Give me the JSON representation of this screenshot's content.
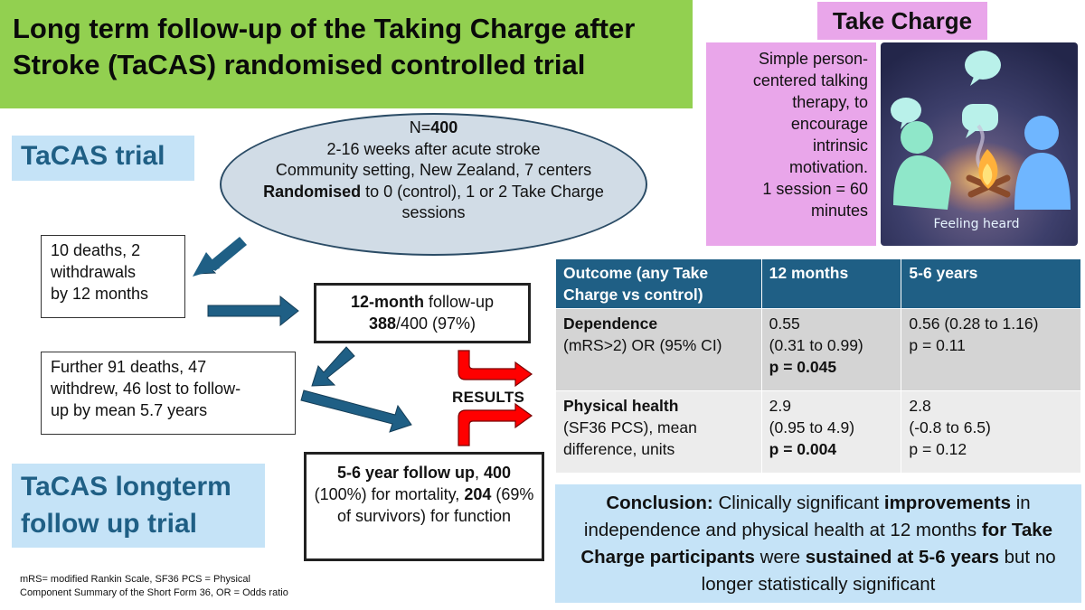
{
  "title": {
    "line1": "Long term follow-up of the Taking Charge after",
    "line2": "Stroke (TaCAS) randomised controlled trial"
  },
  "take_charge": {
    "header": "Take Charge",
    "description_lines": [
      "Simple person-",
      "centered talking",
      "therapy, to",
      "encourage",
      "intrinsic",
      "motivation.",
      "1 session = 60",
      "minutes"
    ],
    "image_caption": "Feeling heard"
  },
  "labels": {
    "tacas_trial": "TaCAS trial",
    "longterm_line1": "TaCAS longterm",
    "longterm_line2": "follow up trial",
    "results": "RESULTS"
  },
  "ellipse": {
    "n_prefix": "N=",
    "n_value": "400",
    "line2": "2-16 weeks after acute stroke",
    "line3": "Community setting, New Zealand, 7 centers",
    "randomised_bold": "Randomised",
    "line4_rest": " to 0 (control), 1 or 2 Take Charge",
    "line5": "sessions"
  },
  "deaths_12": {
    "lines": [
      "10 deaths, 2",
      "withdrawals",
      "by 12 months"
    ]
  },
  "deaths_further": {
    "lines": [
      "Further 91 deaths, 47",
      "withdrew, 46 lost to follow-",
      "up by mean 5.7 years"
    ]
  },
  "followup_12": {
    "bold": "12-month",
    "rest": " follow-up",
    "count_bold": "388",
    "count_rest": "/400 (97%)"
  },
  "followup_56": {
    "bold1": "5-6 year follow up",
    "rest1": ", ",
    "bold2": "400",
    "rest2": " (100%) for mortality,  ",
    "bold3": "204",
    "rest3": " (69% of survivors) for function"
  },
  "table": {
    "headers": [
      "Outcome (any Take Charge vs control)",
      "12 months",
      "5-6  years"
    ],
    "rows": [
      {
        "outcome_bold": "Dependence",
        "outcome_rest": "(mRS>2) OR (95% CI)",
        "m12_lines": [
          "0.55",
          "(0.31 to 0.99)"
        ],
        "m12_p": "p = 0.045",
        "y56_lines": [
          "0.56 (0.28 to 1.16)",
          "p = 0.11"
        ]
      },
      {
        "outcome_bold": "Physical health",
        "outcome_rest": "(SF36 PCS), mean difference, units",
        "m12_lines": [
          "2.9",
          "(0.95 to 4.9)"
        ],
        "m12_p": "p = 0.004",
        "y56_lines": [
          "2.8",
          "(-0.8 to 6.5)",
          "p = 0.12"
        ]
      }
    ]
  },
  "conclusion": {
    "lead": "Conclusion:",
    "t1": " Clinically significant ",
    "b1": "improvements",
    "t2": " in independence and physical health at 12 months ",
    "b2": "for Take Charge participants",
    "t3": " were ",
    "b3": "sustained at 5-6 years",
    "t4": " but no longer statistically significant"
  },
  "footnote": {
    "line1": "mRS= modified Rankin Scale, SF36 PCS = Physical",
    "line2": "Component Summary of the Short Form 36, OR = Odds ratio"
  },
  "colors": {
    "title_bg": "#92d050",
    "take_charge_bg": "#e9a6ea",
    "label_bg": "#c5e3f7",
    "label_text": "#1f5f85",
    "table_header": "#1f5f85",
    "arrow_blue": "#1f5f85",
    "arrow_red": "#ff0000"
  }
}
